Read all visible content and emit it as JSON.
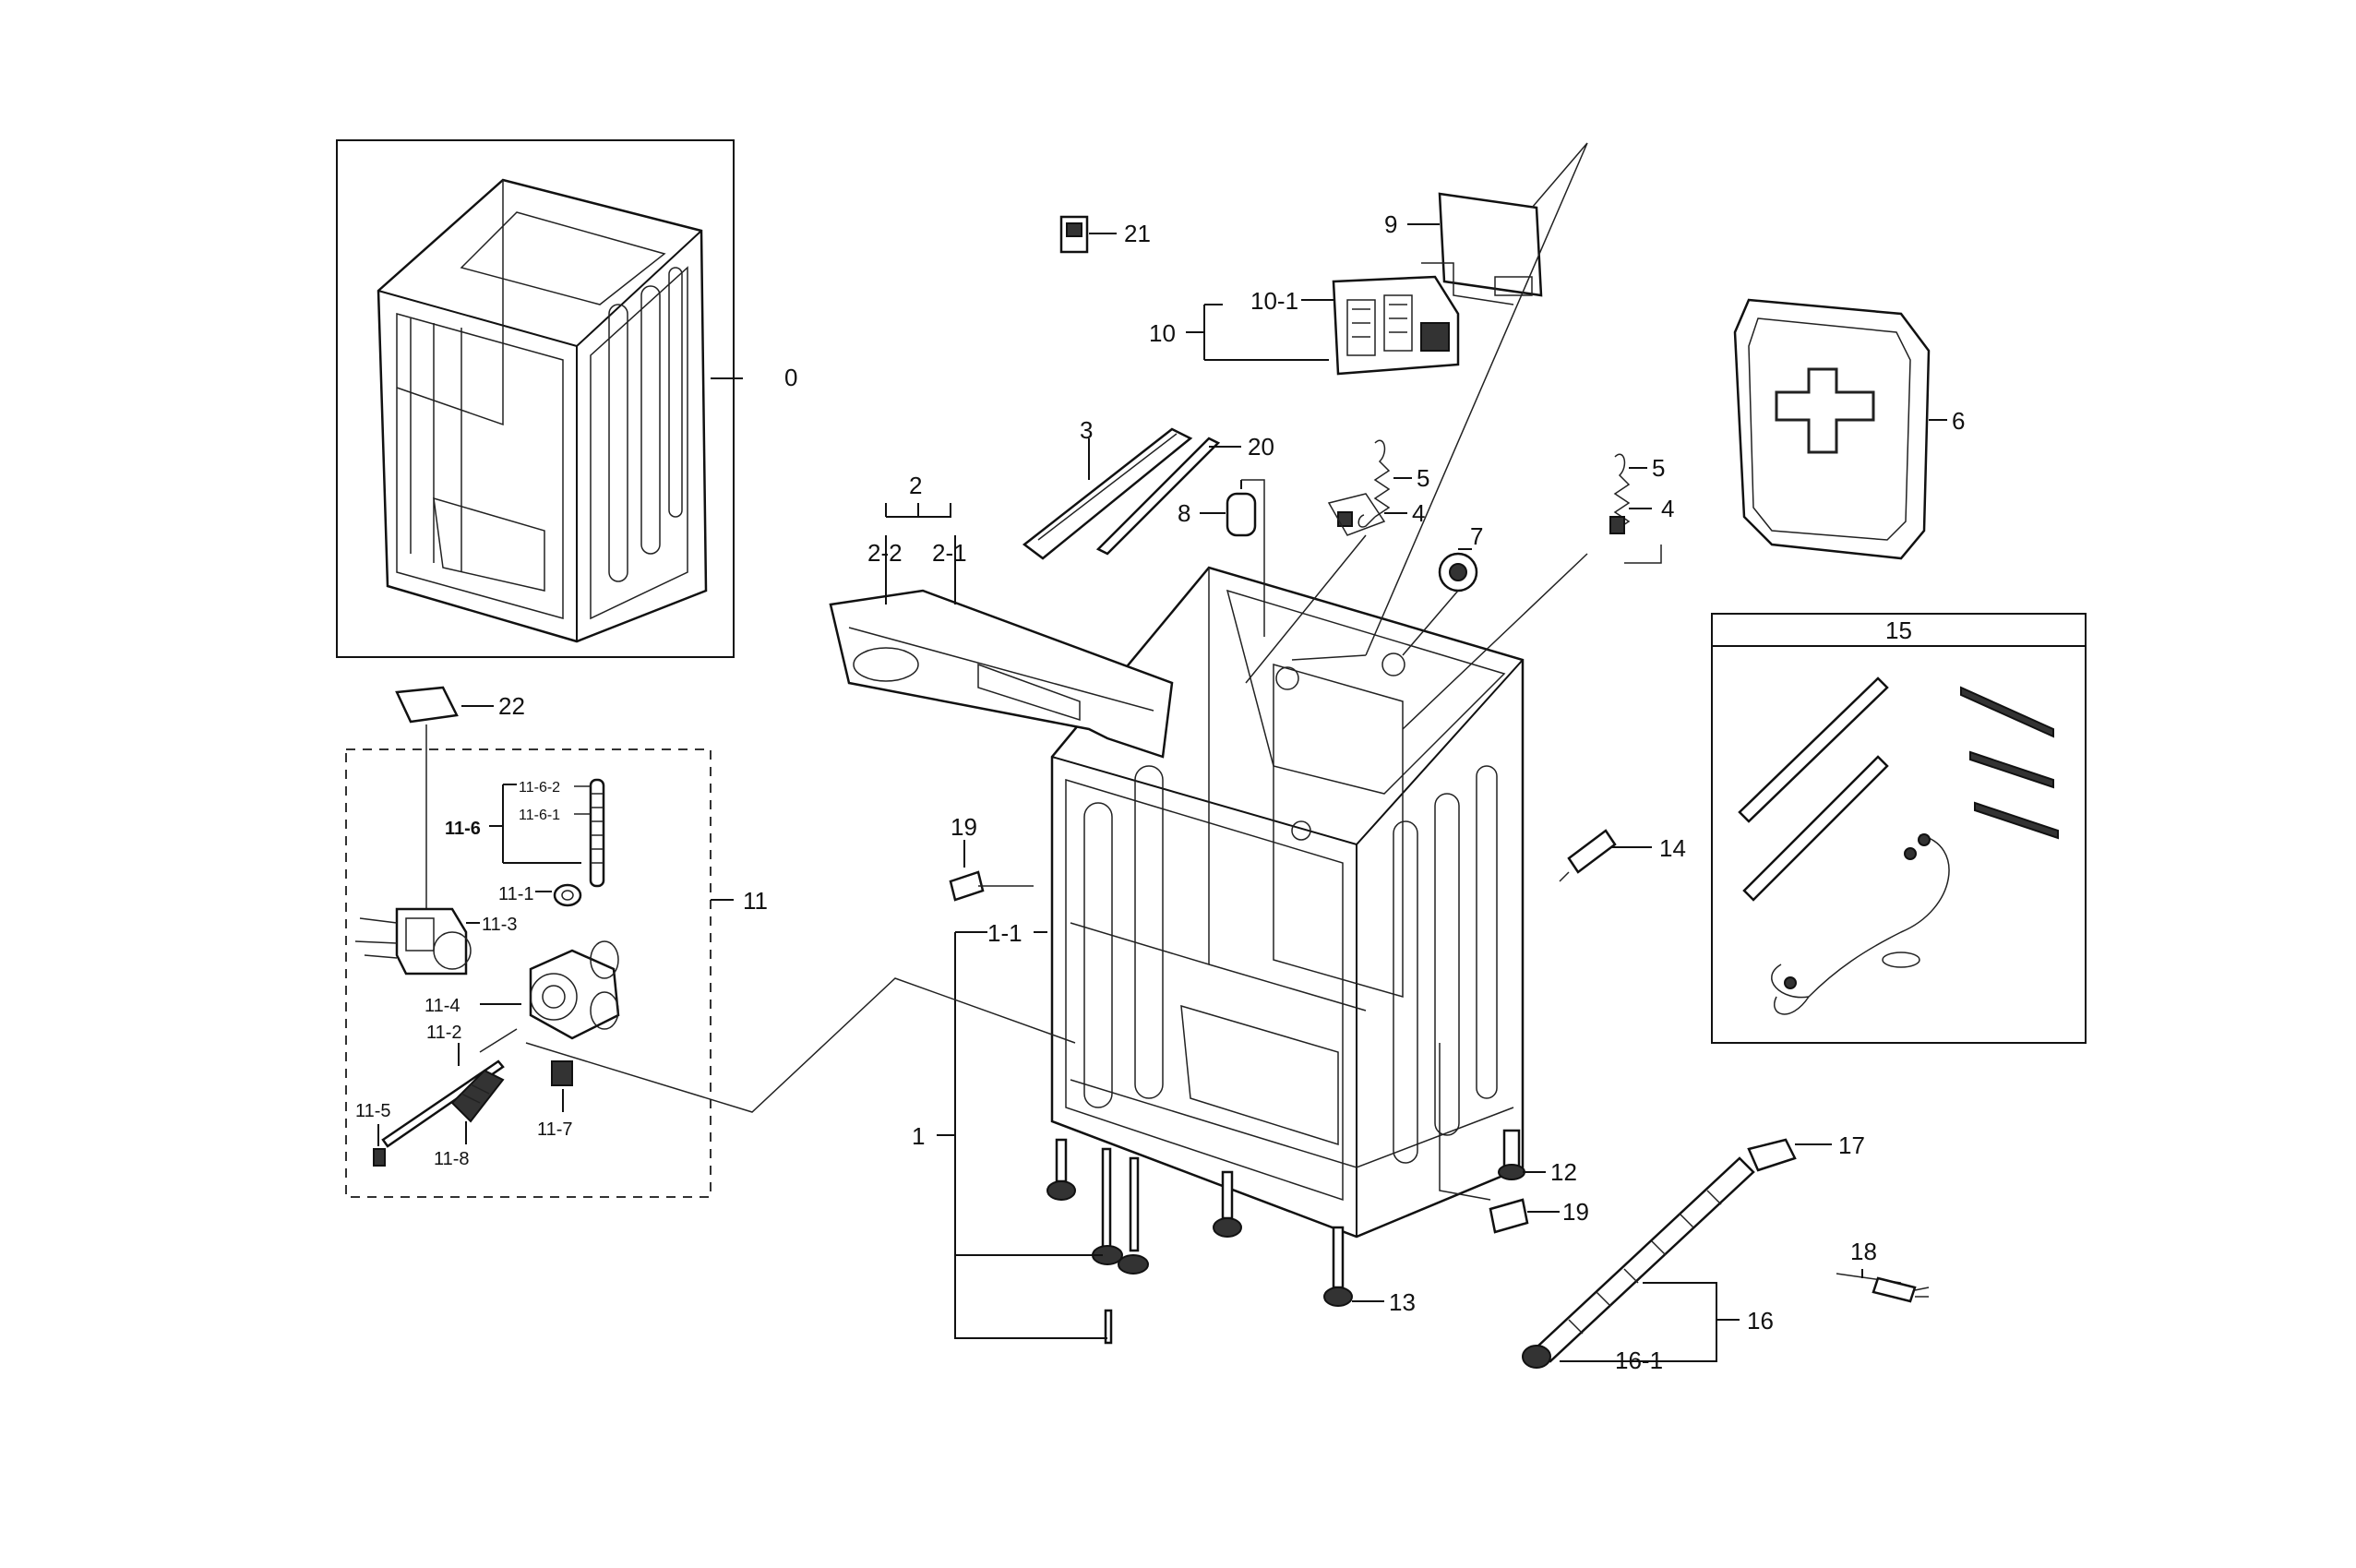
{
  "labels": {
    "l0": "0",
    "l1": "1",
    "l1_1": "1-1",
    "l2": "2",
    "l2_1": "2-1",
    "l2_2": "2-2",
    "l3": "3",
    "l4a": "4",
    "l4b": "4",
    "l5a": "5",
    "l5b": "5",
    "l6": "6",
    "l7": "7",
    "l8": "8",
    "l9": "9",
    "l10": "10",
    "l10_1": "10-1",
    "l11": "11",
    "l11_1": "11-1",
    "l11_2": "11-2",
    "l11_3": "11-3",
    "l11_4": "11-4",
    "l11_5": "11-5",
    "l11_6": "11-6",
    "l11_6_1": "11-6-1",
    "l11_6_2": "11-6-2",
    "l11_7": "11-7",
    "l11_8": "11-8",
    "l12": "12",
    "l13": "13",
    "l14": "14",
    "l15": "15",
    "l16": "16",
    "l16_1": "16-1",
    "l17": "17",
    "l18": "18",
    "l19a": "19",
    "l19b": "19",
    "l20": "20",
    "l21": "21",
    "l22": "22"
  }
}
